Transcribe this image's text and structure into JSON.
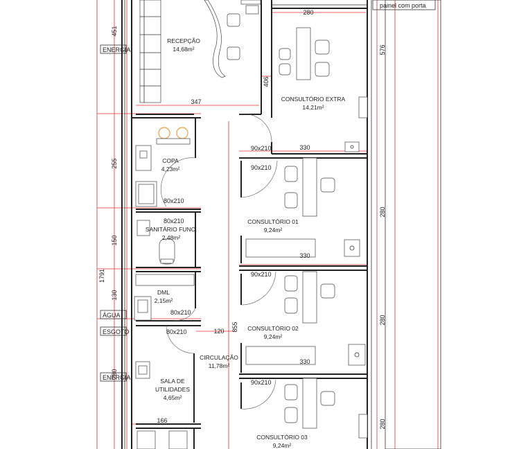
{
  "top_note": "painel com porta",
  "dimensions": {
    "d280_top": "280",
    "d451": "451",
    "d576": "576",
    "d406": "406",
    "d347": "347",
    "d330_a": "330",
    "d255": "255",
    "d280_b": "280",
    "d330_b": "330",
    "d150": "150",
    "d1791": "1791",
    "d130": "130",
    "d855": "855",
    "d120": "120",
    "d280_c": "280",
    "d330_c": "330",
    "d280_d": "280",
    "d166": "166",
    "d280_left": "280"
  },
  "doors": {
    "d1": "90x210",
    "d2": "90x210",
    "d3": "80x210",
    "d4": "80x210",
    "d5": "90x210",
    "d6": "80x210",
    "d7": "80x210",
    "d8": "90x210"
  },
  "side_labels": {
    "energia_1": "ENERGIA",
    "agua": "ÁGUA",
    "esgoto": "ESGOTO",
    "energia_2": "ENERGIA"
  },
  "rooms": {
    "recepcao": {
      "name": "RECEPÇÃO",
      "area": "14,68m²"
    },
    "consultorio_extra": {
      "name": "CONSULTÓRIO EXTRA",
      "area": "14,21m²"
    },
    "copa": {
      "name": "COPA",
      "area": "4,23m²"
    },
    "consultorio_01": {
      "name": "CONSULTÓRIO 01",
      "area": "9,24m²"
    },
    "sanitario": {
      "name": "SANITÁRIO FUNC.",
      "area": "2,48m²"
    },
    "dml": {
      "name": "DML",
      "area": "2,15m²"
    },
    "consultorio_02": {
      "name": "CONSULTÓRIO 02",
      "area": "9,24m²"
    },
    "circulacao": {
      "name": "CIRCULAÇÃO",
      "area": "11,78m²"
    },
    "sala_utilidades": {
      "name_1": "SALA DE",
      "name_2": "UTILIDADES",
      "area": "4,65m²"
    },
    "consultorio_03": {
      "name": "CONSULTÓRIO 03",
      "area": "9,24m²"
    }
  }
}
